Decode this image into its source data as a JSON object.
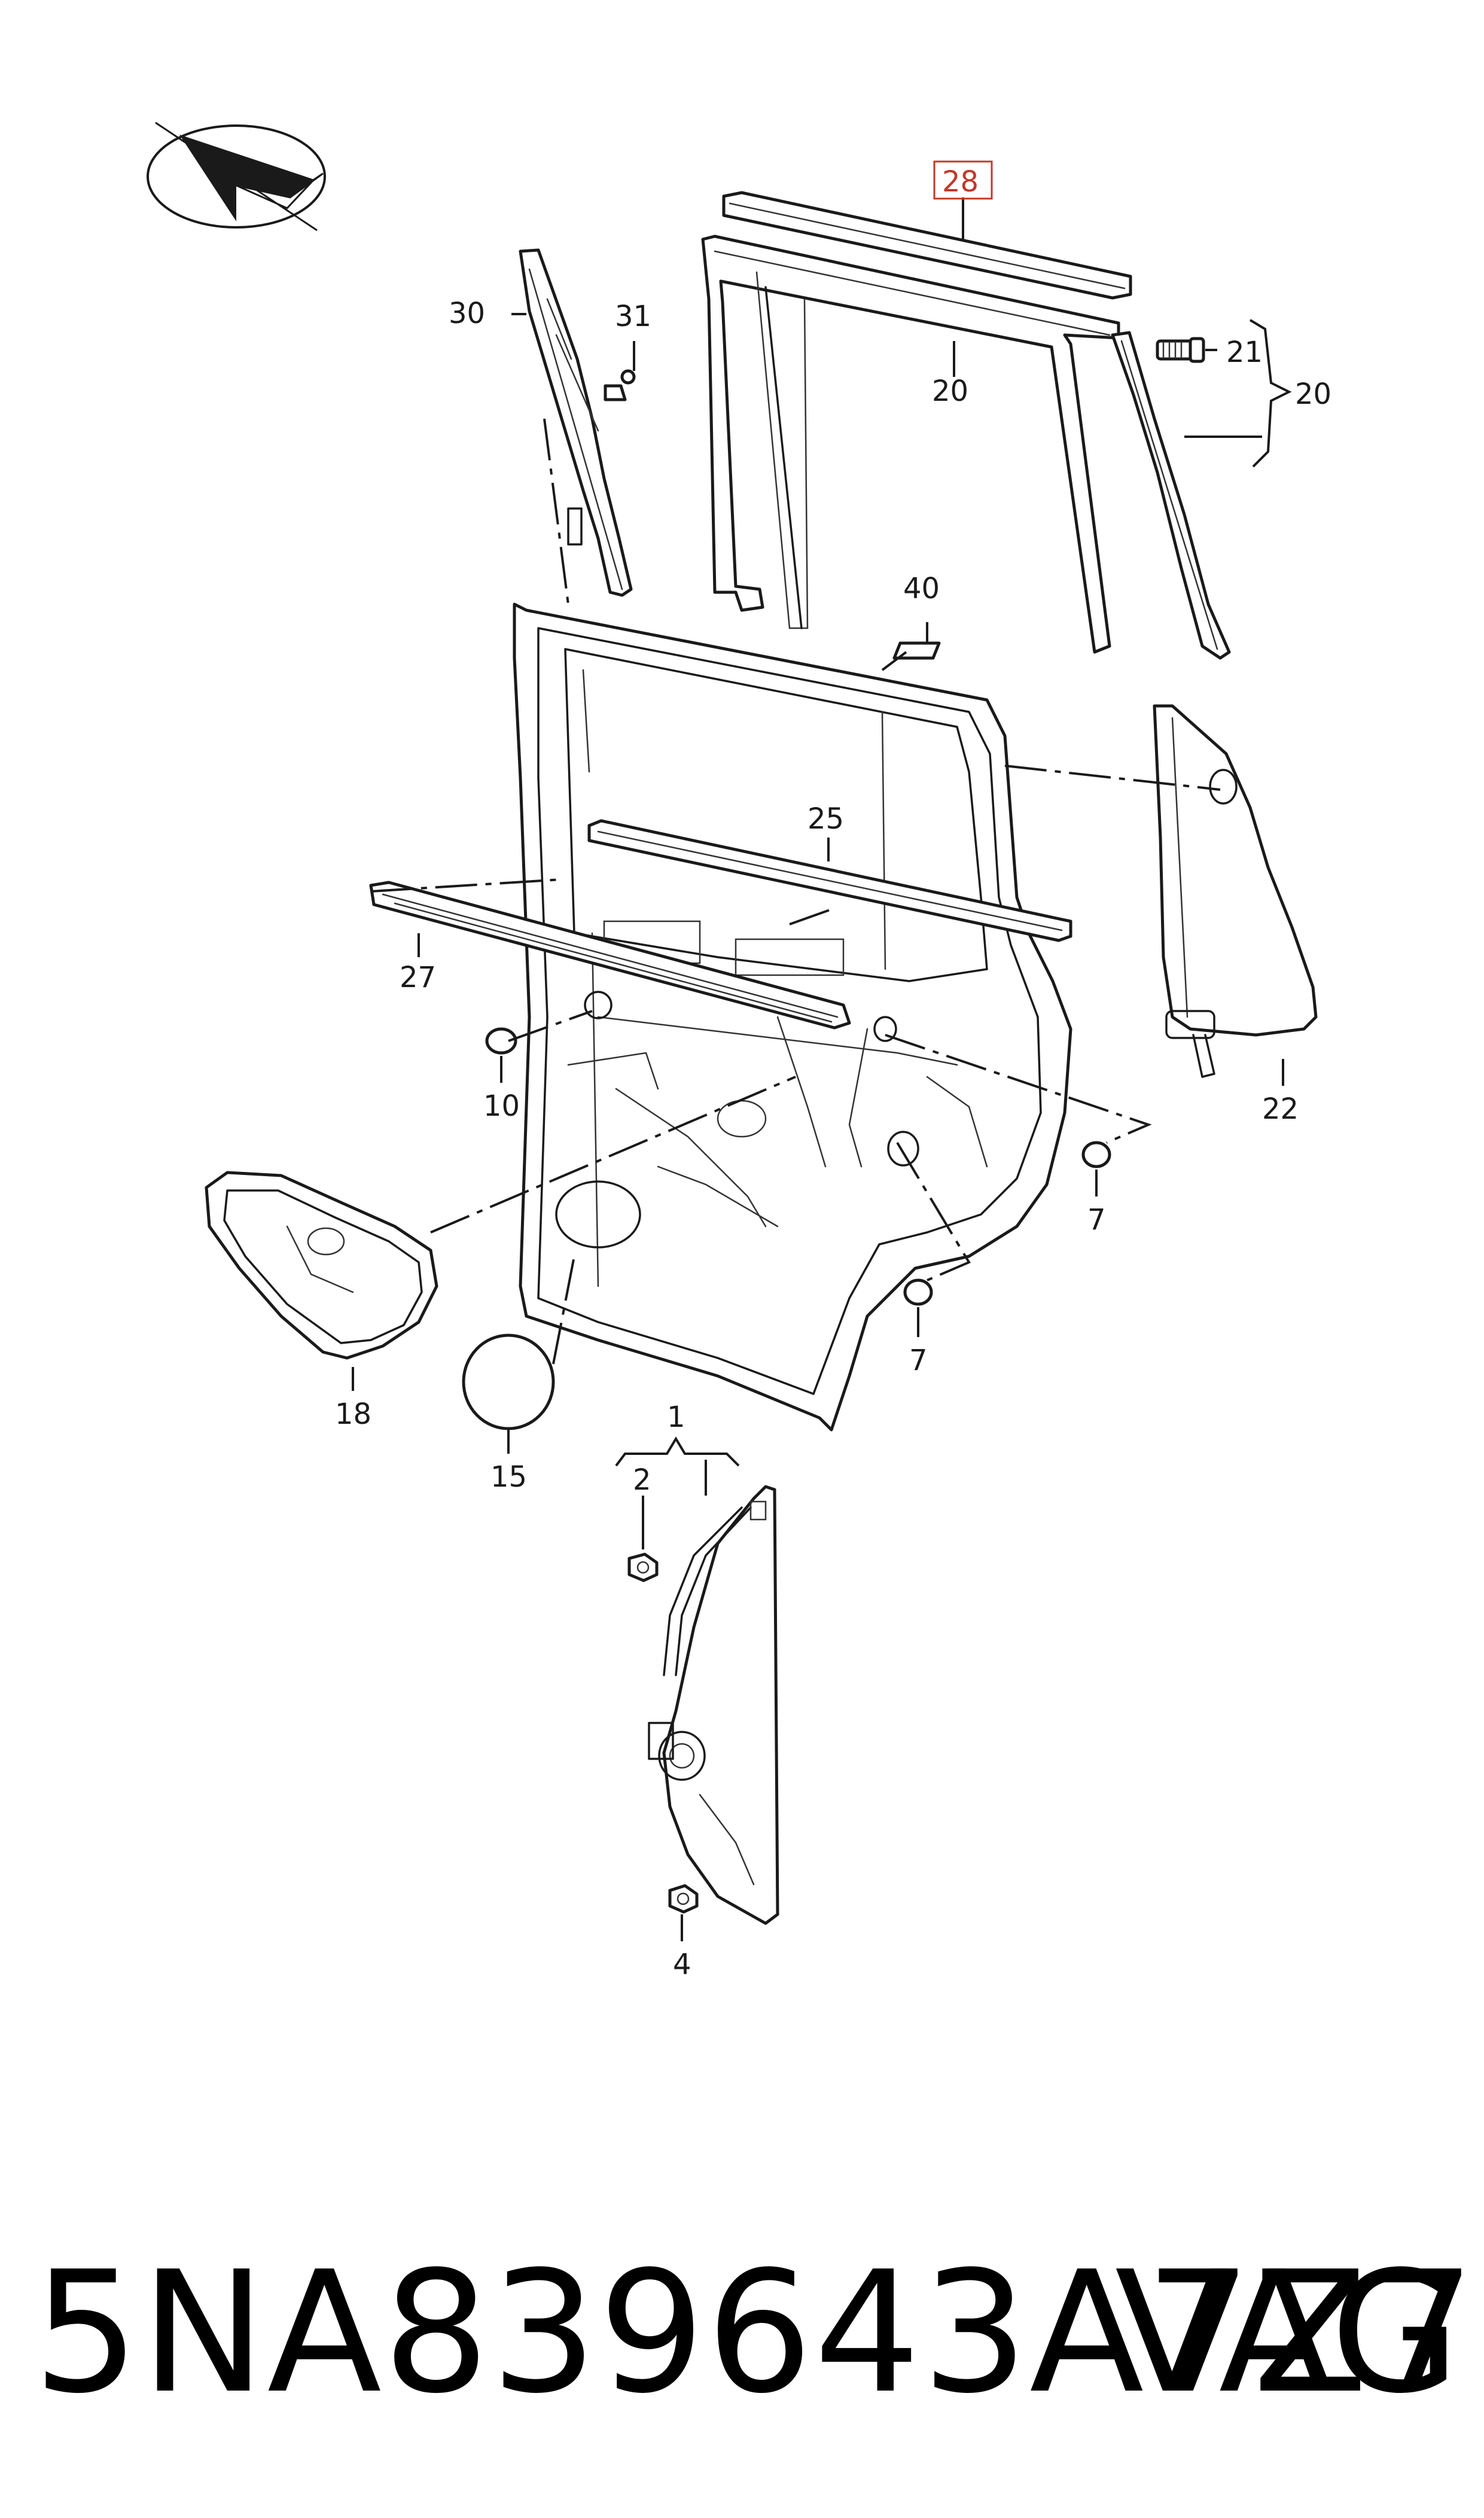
{
  "diagram": {
    "highlight_color": "#c0392b",
    "labels": {
      "l1": "1",
      "l2": "2",
      "l4": "4",
      "l7a": "7",
      "l7b": "7",
      "l10": "10",
      "l15": "15",
      "l18": "18",
      "l20a": "20",
      "l20b": "20",
      "l21": "21",
      "l22": "22",
      "l25": "25",
      "l27": "27",
      "l28": "28",
      "l30": "30",
      "l31": "31",
      "l40": "40"
    }
  },
  "footer": {
    "part_number": "5NA839643A7Z7",
    "brand": "VAG"
  }
}
